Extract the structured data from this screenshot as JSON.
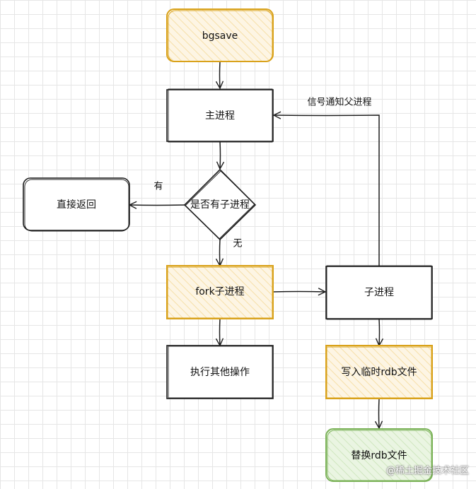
{
  "colors": {
    "stroke": "#1e1e1e",
    "yellow_stroke": "#d9a21b",
    "yellow_fill": "#fdf2d9",
    "green_stroke": "#7cb35a",
    "green_fill": "#e3f2da"
  },
  "nodes": {
    "bgsave": "bgsave",
    "main_process": "主进程",
    "has_child_decision": "是否有子进程",
    "return_directly": "直接返回",
    "fork_child": "fork子进程",
    "other_ops": "执行其他操作",
    "child_process": "子进程",
    "write_temp_rdb": "写入临时rdb文件",
    "replace_rdb": "替换rdb文件"
  },
  "edges": {
    "yes_label": "有",
    "no_label": "无",
    "signal_parent": "信号通知父进程"
  },
  "watermark": "@稀土掘金技术社区"
}
